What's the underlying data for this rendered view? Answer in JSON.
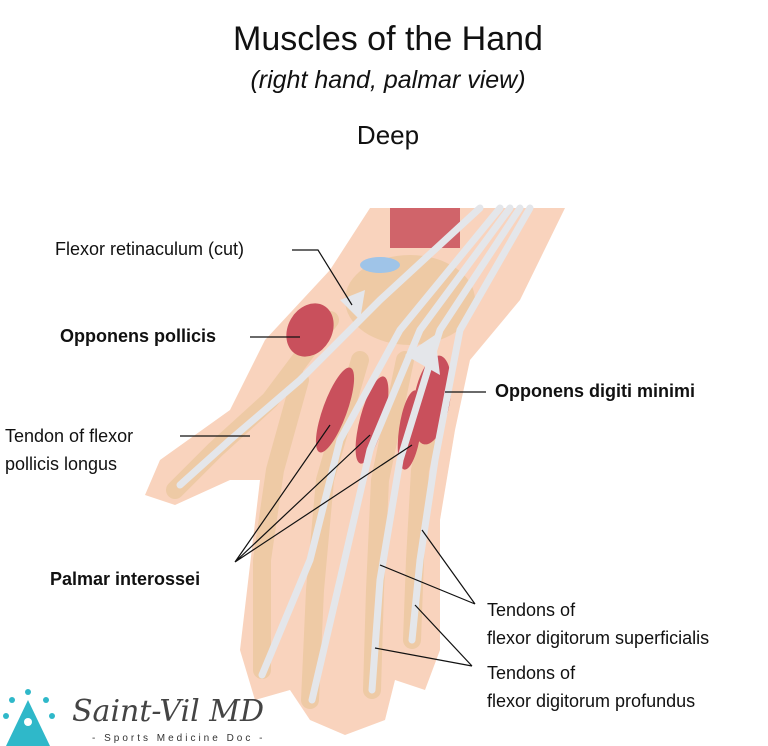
{
  "title": "Muscles of the Hand",
  "subtitle": "(right hand, palmar view)",
  "section": "Deep",
  "labels": {
    "flexor_retinaculum": "Flexor retinaculum  (cut)",
    "opponens_pollicis": "Opponens pollicis",
    "tendon_fpl_1": "Tendon of flexor",
    "tendon_fpl_2": "pollicis longus",
    "opponens_digiti_minimi": "Opponens digiti minimi",
    "palmar_interossei": "Palmar interossei",
    "fds_1": "Tendons of",
    "fds_2": "flexor digitorum superficialis",
    "fdp_1": "Tendons of",
    "fdp_2": "flexor digitorum profundus"
  },
  "logo": {
    "name": "Saint-Vil MD",
    "tagline": "- Sports Medicine Doc -"
  },
  "colors": {
    "skin": "#f9d3bd",
    "bone": "#eecaa5",
    "muscle": "#c9505c",
    "tendon": "#e4e6ea",
    "accent": "#2fb8c9"
  }
}
